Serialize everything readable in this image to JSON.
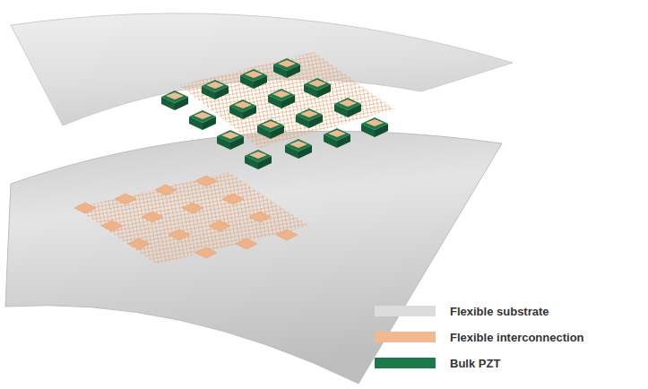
{
  "diagram": {
    "legend": [
      {
        "text": "Flexible substrate",
        "color": "#dcdcdc"
      },
      {
        "text": "Flexible interconnection",
        "color": "#f2b98e"
      },
      {
        "text": "Bulk PZT",
        "color": "#1b7a4a"
      }
    ]
  }
}
